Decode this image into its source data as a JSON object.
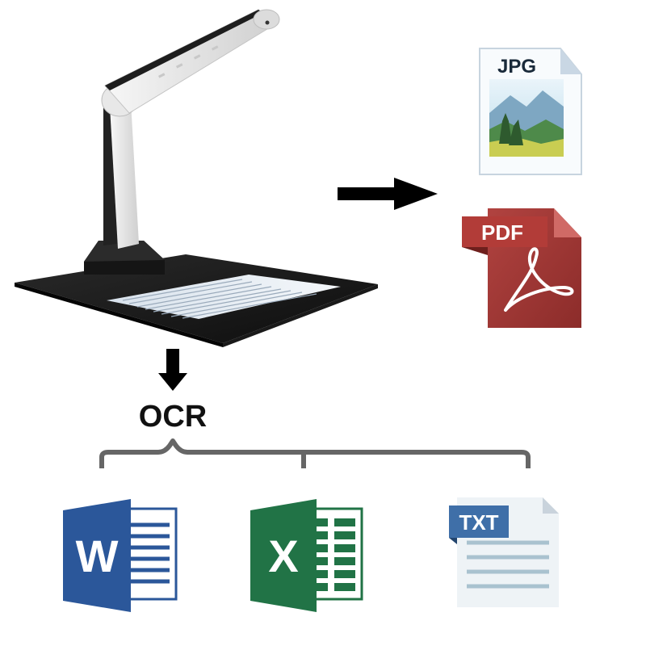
{
  "labels": {
    "ocr": "OCR",
    "jpg": "JPG",
    "pdf": "PDF",
    "word_letter": "W",
    "excel_letter": "X",
    "txt": "TXT"
  },
  "icons": {
    "scanner": "document-camera-scanner",
    "jpg": "jpg-file-icon",
    "pdf": "pdf-file-icon",
    "word": "word-icon",
    "excel": "excel-icon",
    "txt": "txt-file-icon"
  },
  "colors": {
    "word_blue": "#2b579a",
    "excel_green": "#217346",
    "pdf_red": "#a83a36",
    "txt_blue": "#3f6fa8",
    "bracket_gray": "#666666",
    "arrow_black": "#000000"
  }
}
